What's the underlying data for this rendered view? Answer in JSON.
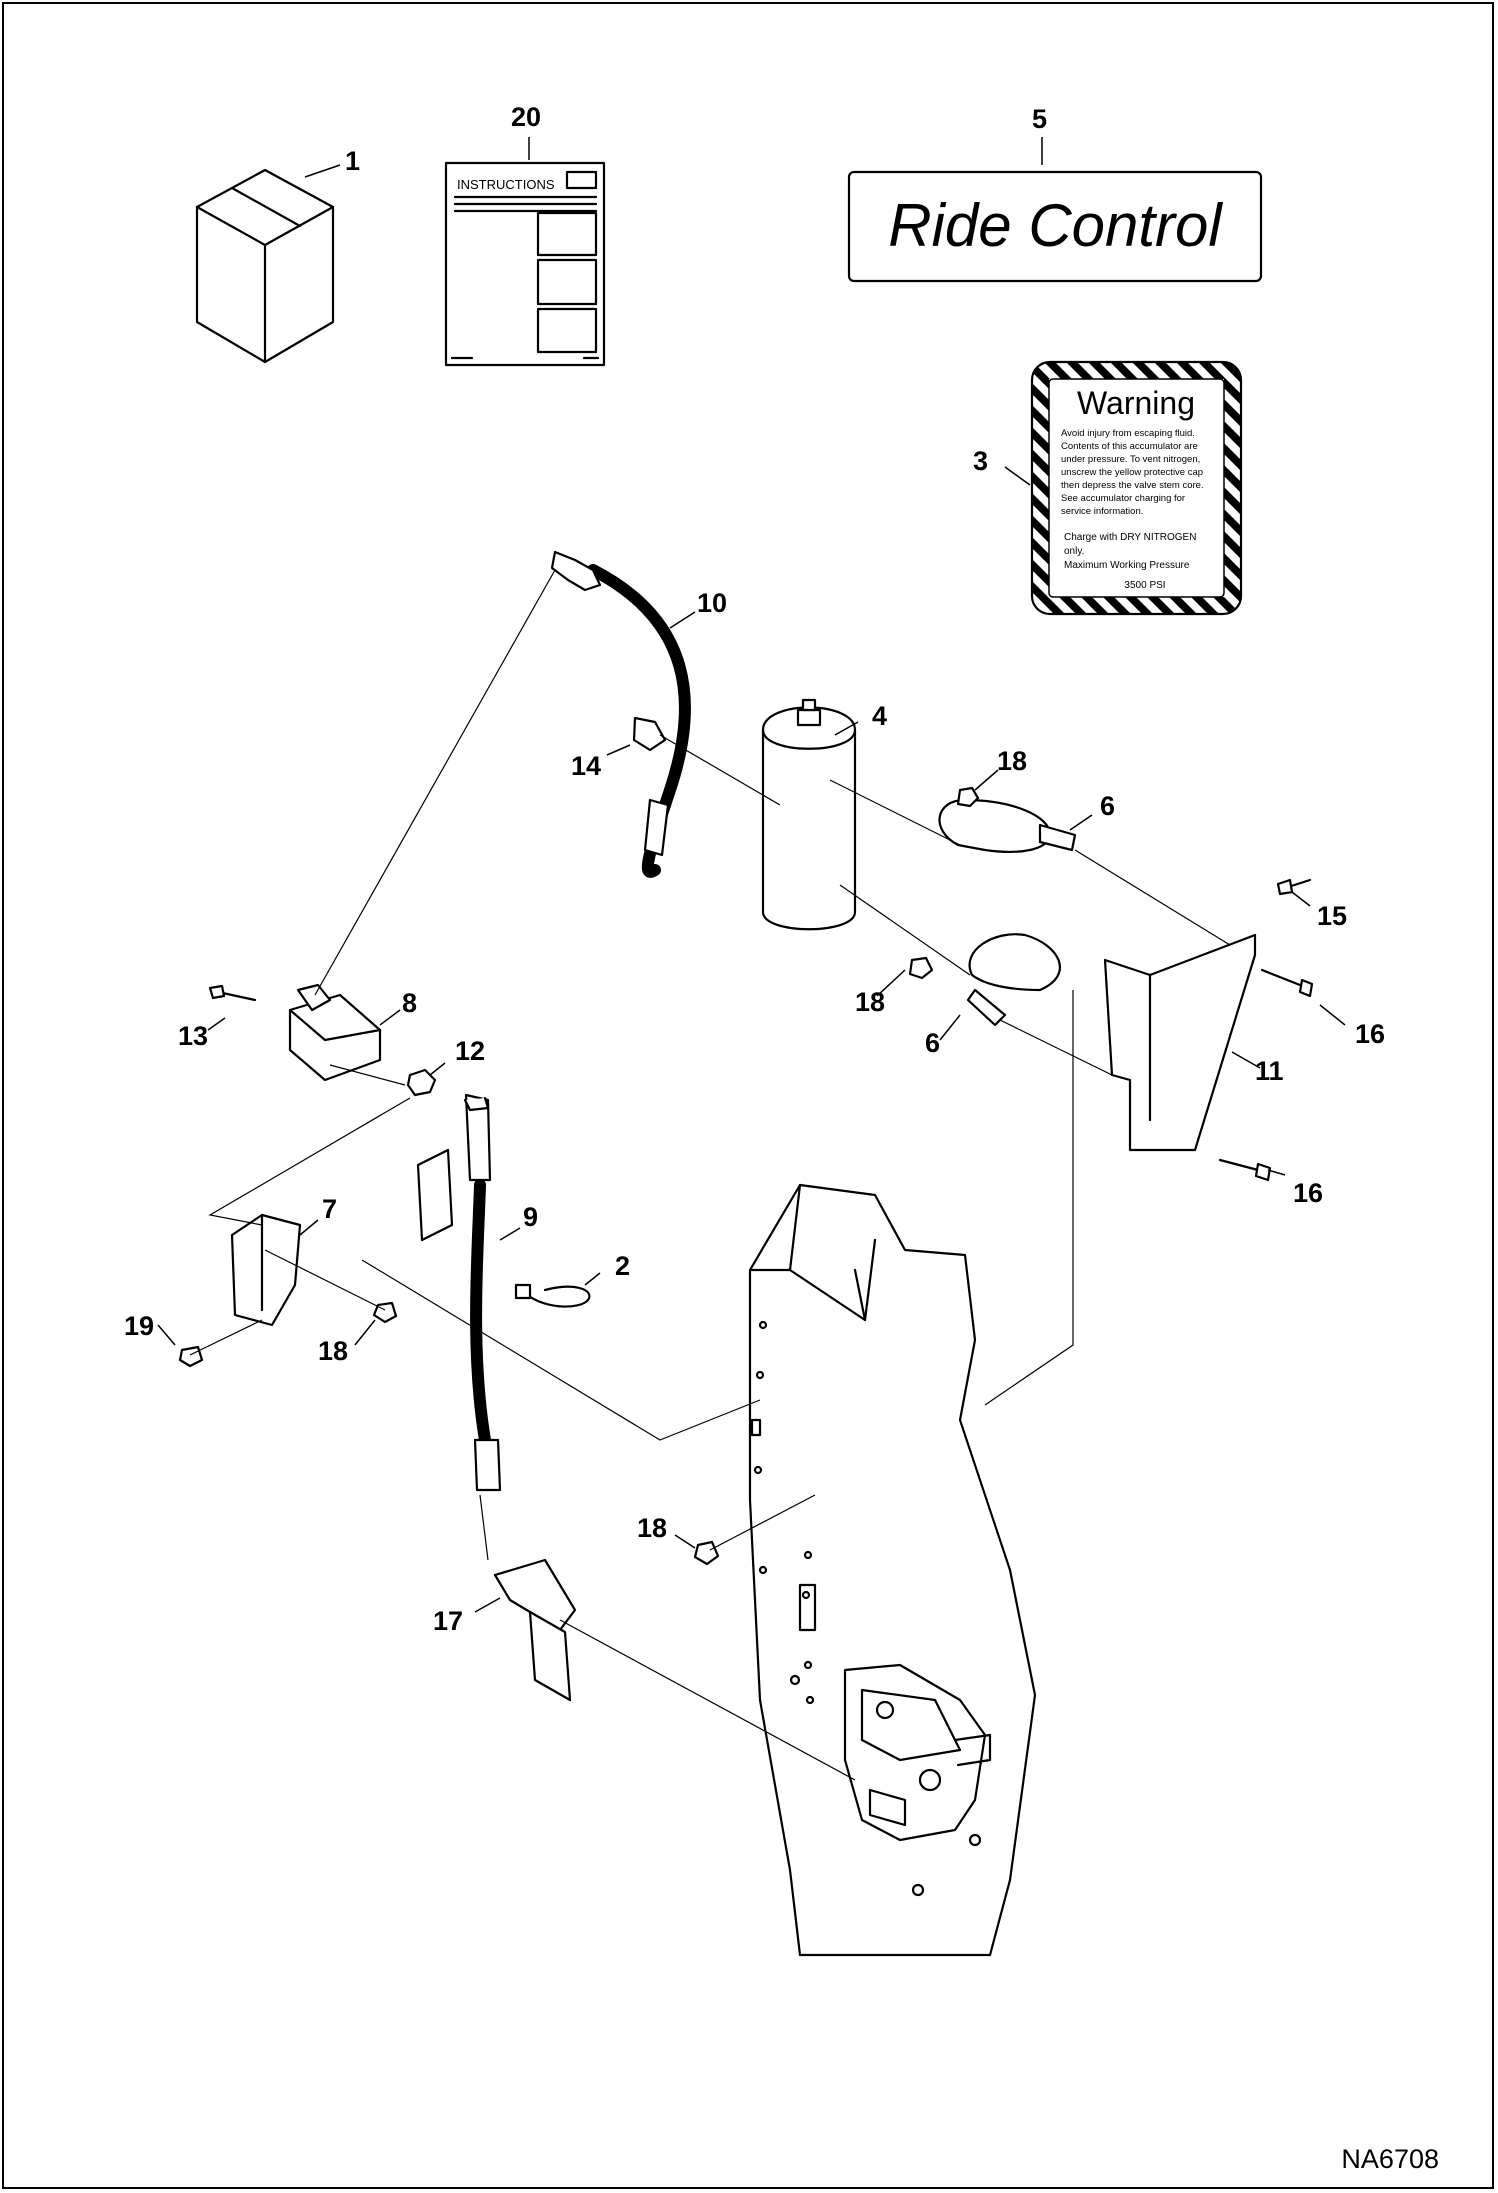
{
  "diagram_id": "NA6708",
  "instructions_sheet": {
    "title": "INSTRUCTIONS"
  },
  "decal_ride_control": {
    "text": "Ride Control"
  },
  "warning_decal": {
    "title": "Warning",
    "body_lines": [
      "Avoid injury from escaping fluid.",
      "Contents of this accumulator are",
      "under pressure.  To vent nitrogen,",
      "unscrew the yellow protective cap",
      "then depress the valve stem core.",
      "See accumulator charging for",
      "service information."
    ],
    "charge_lines": [
      "Charge with DRY NITROGEN",
      "only."
    ],
    "pressure_line": "Maximum Working Pressure",
    "pressure_value": "3500 PSI"
  },
  "callouts": [
    "1",
    "20",
    "5",
    "3",
    "10",
    "4",
    "14",
    "18",
    "6",
    "15",
    "8",
    "13",
    "12",
    "18",
    "6",
    "16",
    "11",
    "16",
    "7",
    "9",
    "2",
    "19",
    "18",
    "18",
    "17"
  ],
  "colors": {
    "ink": "#000000",
    "paper": "#ffffff",
    "part_fill": "#ffffff"
  }
}
